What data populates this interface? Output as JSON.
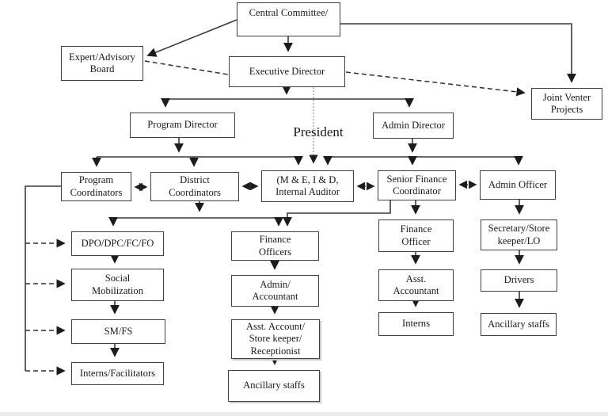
{
  "title": "Organizational structure chart",
  "colors": {
    "background": "#ffffff",
    "line": "#3a3a3a",
    "box_border": "#3f3f3f",
    "text": "#1a1a1a",
    "dotted_grey_line": "#a8a8a8"
  },
  "labels": {
    "president": "President"
  },
  "boxes": {
    "central_committee": "Central Committee/",
    "expert_advisory_board": "Expert/Advisory\nBoard",
    "executive_director": "Executive Director",
    "joint_venter_projects": "Joint Venter\nProjects",
    "program_director": "Program Director",
    "admin_director": "Admin Director",
    "program_coordinators": "Program\nCoordinators",
    "district_coordinators": "District\nCoordinators",
    "me_id_internal_auditor": "(M & E, I & D,\nInternal Auditor",
    "senior_finance_coordinator": "Senior Finance\nCoordinator",
    "admin_officer": "Admin Officer",
    "dpo_dpc_fc_fo": "DPO/DPC/FC/FO",
    "social_mobilization": "Social\nMobilization",
    "sm_fs": "SM/FS",
    "interns_facilitators": "Interns/Facilitators",
    "finance_officers": "Finance\nOfficers",
    "admin_accountant": "Admin/\nAccountant",
    "asst_account_store_keeper_receptionist": "Asst. Account/\nStore keeper/\nReceptionist",
    "ancillary_staffs_mid": "Ancillary staffs",
    "finance_officer": "Finance\nOfficer",
    "asst_accountant": "Asst.\nAccountant",
    "interns": "Interns",
    "secretary_store_keeper_lo": "Secretary/Store\nkeeper/LO",
    "drivers": "Drivers",
    "ancillary_staffs_right": "Ancillary staffs"
  },
  "relationships": [
    {
      "from": "central_committee",
      "to": "executive_director",
      "style": "solid-arrow"
    },
    {
      "from": "central_committee",
      "to": "expert_advisory_board",
      "style": "solid-arrow"
    },
    {
      "from": "central_committee",
      "to": "joint_venter_projects",
      "style": "solid-arrow"
    },
    {
      "from": "expert_advisory_board",
      "to": "executive_director",
      "style": "dashed"
    },
    {
      "from": "executive_director",
      "to": "joint_venter_projects",
      "style": "dashed-arrow"
    },
    {
      "from": "executive_director",
      "to": "program_director",
      "style": "solid-arrow"
    },
    {
      "from": "executive_director",
      "to": "admin_director",
      "style": "solid-arrow"
    },
    {
      "from": "executive_director",
      "to": "me_id_internal_auditor",
      "style": "dotted-grey-arrow"
    },
    {
      "from": "program_director",
      "to": "program_coordinators",
      "style": "solid-arrow"
    },
    {
      "from": "program_director",
      "to": "district_coordinators",
      "style": "solid-arrow"
    },
    {
      "from": "program_director",
      "to": "me_id_internal_auditor",
      "style": "solid-arrow"
    },
    {
      "from": "admin_director",
      "to": "me_id_internal_auditor",
      "style": "solid-arrow"
    },
    {
      "from": "admin_director",
      "to": "senior_finance_coordinator",
      "style": "solid-arrow"
    },
    {
      "from": "admin_director",
      "to": "admin_officer",
      "style": "solid-arrow"
    },
    {
      "from": "program_coordinators",
      "to": "district_coordinators",
      "style": "dotted-both-arrows"
    },
    {
      "from": "district_coordinators",
      "to": "me_id_internal_auditor",
      "style": "dotted-both-arrows"
    },
    {
      "from": "me_id_internal_auditor",
      "to": "senior_finance_coordinator",
      "style": "dotted-both-arrows"
    },
    {
      "from": "senior_finance_coordinator",
      "to": "admin_officer",
      "style": "dotted-both-arrows"
    },
    {
      "from": "program_coordinators",
      "to": "dpo_dpc_fc_fo",
      "style": "dashed-arrow"
    },
    {
      "from": "program_coordinators",
      "to": "social_mobilization",
      "style": "dashed-arrow"
    },
    {
      "from": "program_coordinators",
      "to": "sm_fs",
      "style": "dashed-arrow"
    },
    {
      "from": "program_coordinators",
      "to": "interns_facilitators",
      "style": "dashed-arrow"
    },
    {
      "from": "district_coordinators",
      "to": "dpo_dpc_fc_fo",
      "style": "solid-arrow"
    },
    {
      "from": "district_coordinators",
      "to": "finance_officers",
      "style": "solid-arrow"
    },
    {
      "from": "senior_finance_coordinator",
      "to": "finance_officers",
      "style": "solid-arrow"
    },
    {
      "from": "senior_finance_coordinator",
      "to": "finance_officer",
      "style": "solid-arrow"
    },
    {
      "from": "admin_officer",
      "to": "secretary_store_keeper_lo",
      "style": "solid-arrow"
    },
    {
      "from": "dpo_dpc_fc_fo",
      "to": "social_mobilization",
      "style": "solid-arrow"
    },
    {
      "from": "social_mobilization",
      "to": "sm_fs",
      "style": "solid-arrow"
    },
    {
      "from": "sm_fs",
      "to": "interns_facilitators",
      "style": "solid-arrow"
    },
    {
      "from": "finance_officers",
      "to": "admin_accountant",
      "style": "solid-arrow"
    },
    {
      "from": "admin_accountant",
      "to": "asst_account_store_keeper_receptionist",
      "style": "solid-arrow"
    },
    {
      "from": "asst_account_store_keeper_receptionist",
      "to": "ancillary_staffs_mid",
      "style": "solid-arrow"
    },
    {
      "from": "finance_officer",
      "to": "asst_accountant",
      "style": "solid-arrow"
    },
    {
      "from": "asst_accountant",
      "to": "interns",
      "style": "solid-arrow"
    },
    {
      "from": "secretary_store_keeper_lo",
      "to": "drivers",
      "style": "solid-arrow"
    },
    {
      "from": "drivers",
      "to": "ancillary_staffs_right",
      "style": "solid-arrow"
    }
  ]
}
